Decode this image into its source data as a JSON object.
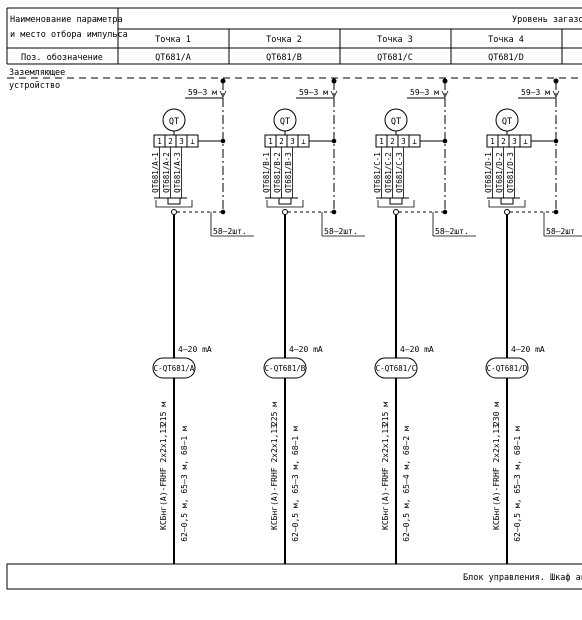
{
  "header": {
    "param_label_line1": "Наименование параметра",
    "param_label_line2": "и место отбора импульса",
    "level_label": "Уровень загазова",
    "pos_label": "Поз. обозначение"
  },
  "ground": {
    "label_line1": "Заземляющее",
    "label_line2": "устройство"
  },
  "footer": {
    "text": "Блок управления. Шкаф авто"
  },
  "points": [
    {
      "title": "Точка 1",
      "pos": "QT681/A",
      "cable_top": "59–3 м",
      "symbol": "QT",
      "terminals": [
        "1",
        "2",
        "3",
        "⊥"
      ],
      "wires": [
        "QT681/A-1",
        "QT681/A-2",
        "QT681/A-3"
      ],
      "screen": "58–2шт.",
      "signal": "4–20 mA",
      "cable_id": "C-QT681/A",
      "cable_spec": "КСБнг(А)-FRHF 2х2х1,13",
      "cable_len": "215 м",
      "route": "62–0,5 м, 65–3 м, 68–1 м"
    },
    {
      "title": "Точка 2",
      "pos": "QT681/B",
      "cable_top": "59–3 м",
      "symbol": "QT",
      "terminals": [
        "1",
        "2",
        "3",
        "⊥"
      ],
      "wires": [
        "QT681/B-1",
        "QT681/B-2",
        "QT681/B-3"
      ],
      "screen": "58–2шт.",
      "signal": "4–20 mA",
      "cable_id": "C-QT681/B",
      "cable_spec": "КСБнг(А)-FRHF 2х2х1,13",
      "cable_len": "225 м",
      "route": "62–0,5 м, 65–3 м, 68–1 м"
    },
    {
      "title": "Точка 3",
      "pos": "QT681/C",
      "cable_top": "59–3 м",
      "symbol": "QT",
      "terminals": [
        "1",
        "2",
        "3",
        "⊥"
      ],
      "wires": [
        "QT681/C-1",
        "QT681/C-2",
        "QT681/C-3"
      ],
      "screen": "58–2шт.",
      "signal": "4–20 mA",
      "cable_id": "C-QT681/C",
      "cable_spec": "КСБнг(А)-FRHF 2х2х1,13",
      "cable_len": "215 м",
      "route": "62–0,5 м, 65–4 м, 68–2 м"
    },
    {
      "title": "Точка 4",
      "pos": "QT681/D",
      "cable_top": "59–3 м",
      "symbol": "QT",
      "terminals": [
        "1",
        "2",
        "3",
        "⊥"
      ],
      "wires": [
        "QT681/D-1",
        "QT681/D-2",
        "QT681/D-3"
      ],
      "screen": "58–2шт",
      "signal": "4–20 mA",
      "cable_id": "C-QT681/D",
      "cable_spec": "КСБнг(А)-FRHF 2х2х1,13",
      "cable_len": "230 м",
      "route": "62–0,5 м, 65–3 м, 68–1 м"
    }
  ]
}
